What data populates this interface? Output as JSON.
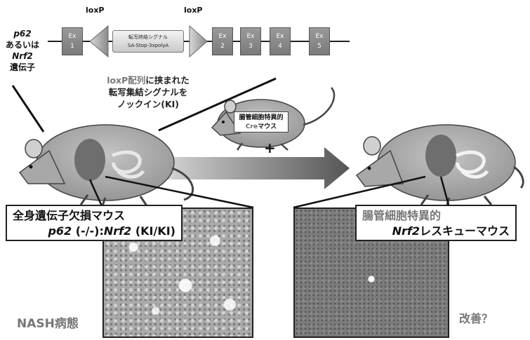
{
  "gene_construct": {
    "gene_label": {
      "line1": "p62",
      "line2": "あるいは",
      "line3": "Nrf2",
      "line4": "遺伝子"
    },
    "loxp_left": "loxP",
    "loxp_right": "loxP",
    "exons": [
      "Ex\n1",
      "Ex\n2",
      "Ex\n3",
      "Ex\n4",
      "Ex\n5"
    ],
    "exon_labels": [
      {
        "top": "Ex",
        "num": "1"
      },
      {
        "top": "Ex",
        "num": "2"
      },
      {
        "top": "Ex",
        "num": "3"
      },
      {
        "top": "Ex",
        "num": "4"
      },
      {
        "top": "Ex",
        "num": "5"
      }
    ],
    "signal_box": {
      "line1": "転写終結シグナル",
      "line2": "SA-Stop-3xpolyA"
    }
  },
  "knockin_note": {
    "line1_gray": "loxP配列",
    "line1_rest": "に挟まれた",
    "line2": "転写集結シグナルを",
    "line3": "ノックイン(KI)"
  },
  "cre_mouse": {
    "line1": "腸管細胞特異的",
    "line2_gray": "Cre",
    "line2_rest": "マウス",
    "plus": "+"
  },
  "left_panel": {
    "title_line1": "全身遺伝子欠損マウス",
    "title_line2_italic1": "p62",
    "title_line2_mid": " (-/-):",
    "title_line2_italic2": "Nrf2",
    "title_line2_end": " (KI/KI)",
    "outcome": "NASH病態"
  },
  "right_panel": {
    "title_line1": "腸管細胞特異的",
    "title_line2_italic": "Nrf2",
    "title_line2_rest": "レスキューマウス",
    "outcome": "改善？"
  },
  "colors": {
    "mouse_body": "#a8a8a8",
    "liver": "#6e6e6e",
    "arrow_dark": "#555555",
    "gray_text": "#777777"
  }
}
